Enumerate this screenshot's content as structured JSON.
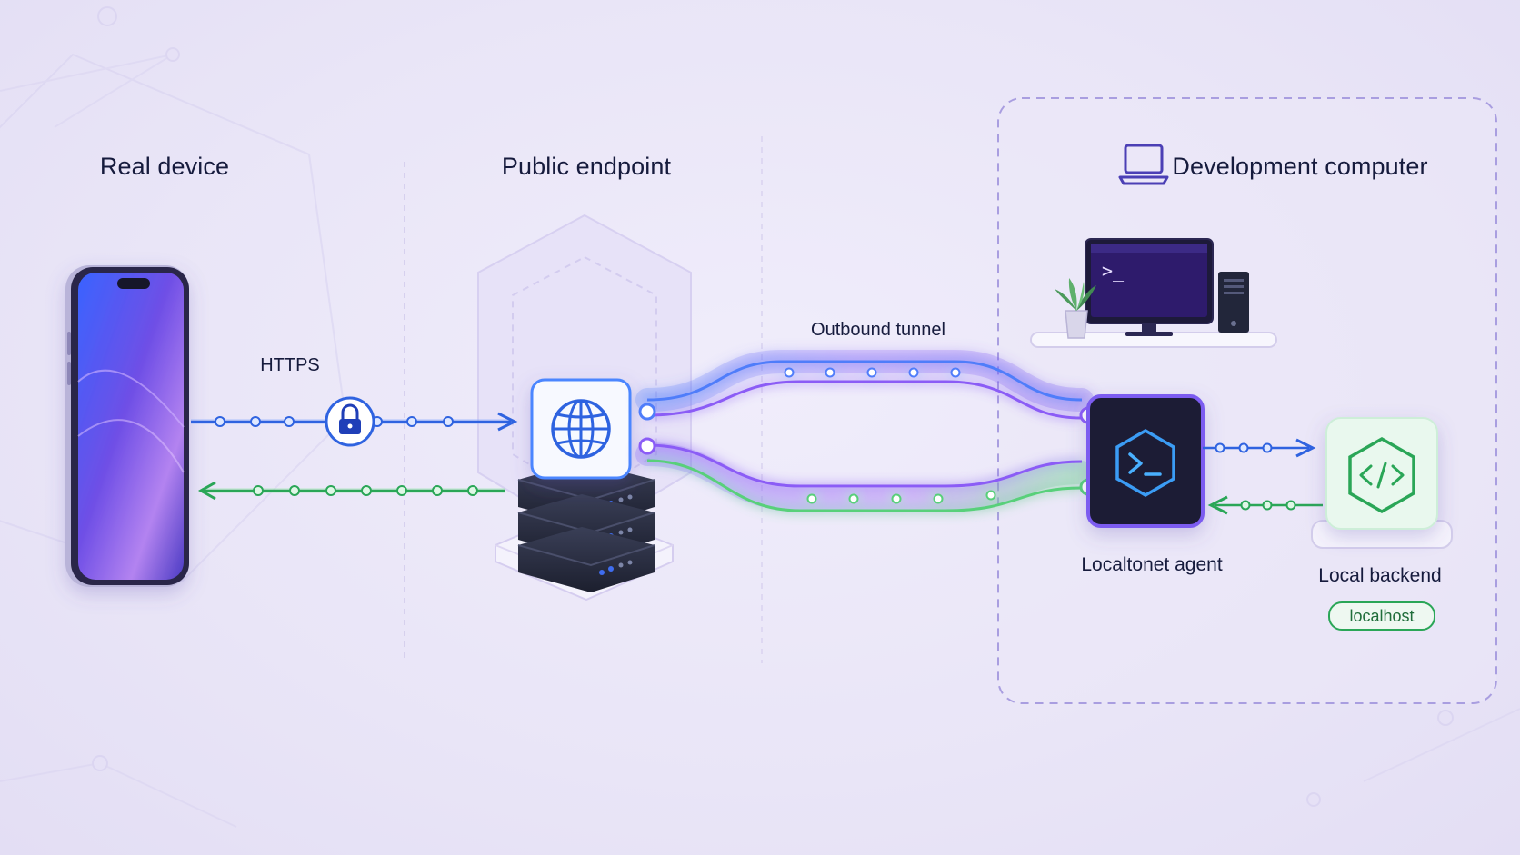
{
  "sections": {
    "real_device": "Real device",
    "public_endpoint": "Public endpoint",
    "development_computer": "Development computer"
  },
  "flows": {
    "https": "HTTPS",
    "outbound_tunnel": "Outbound tunnel"
  },
  "nodes": {
    "agent": "Localtonet agent",
    "backend": "Local backend",
    "backend_badge": "localhost"
  },
  "terminal": {
    "prompt": ">_"
  },
  "icons": {
    "phone": "smartphone-icon",
    "lock": "lock-icon",
    "globe": "globe-icon",
    "server": "server-stack-icon",
    "laptop": "laptop-icon",
    "desktop": "desktop-computer-icon",
    "plant": "plant-icon",
    "agent": "terminal-hexagon-icon",
    "backend": "code-hexagon-icon"
  },
  "colors": {
    "request": "#2f63e0",
    "response": "#2aa657",
    "tunnel": "#8b5cf6",
    "text": "#161b3d"
  }
}
